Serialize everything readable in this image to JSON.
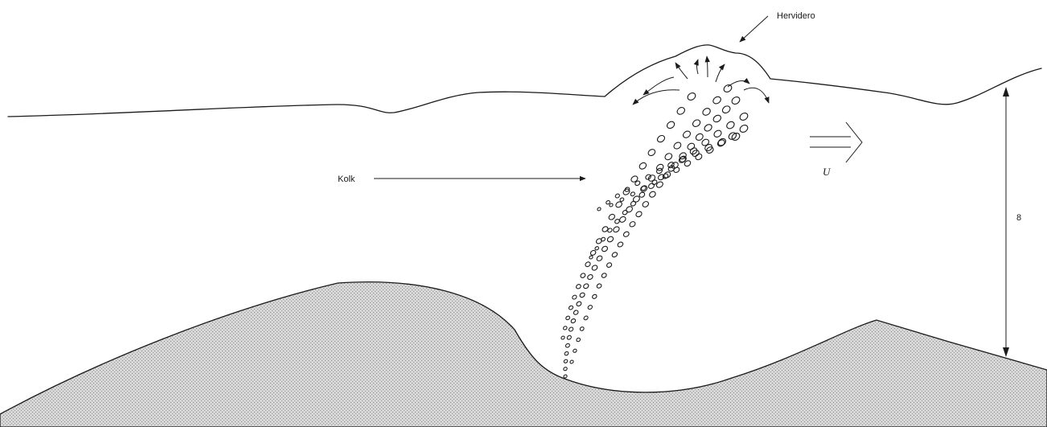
{
  "labels": {
    "boil": "Hervidero",
    "kolk": "Kolk",
    "velocity": "U",
    "depth": "8"
  },
  "colors": {
    "line": "#1a1a1a",
    "sediment_fill": "#d0d0d0",
    "sediment_dot": "#8a8a8a",
    "water": "#ffffff"
  }
}
